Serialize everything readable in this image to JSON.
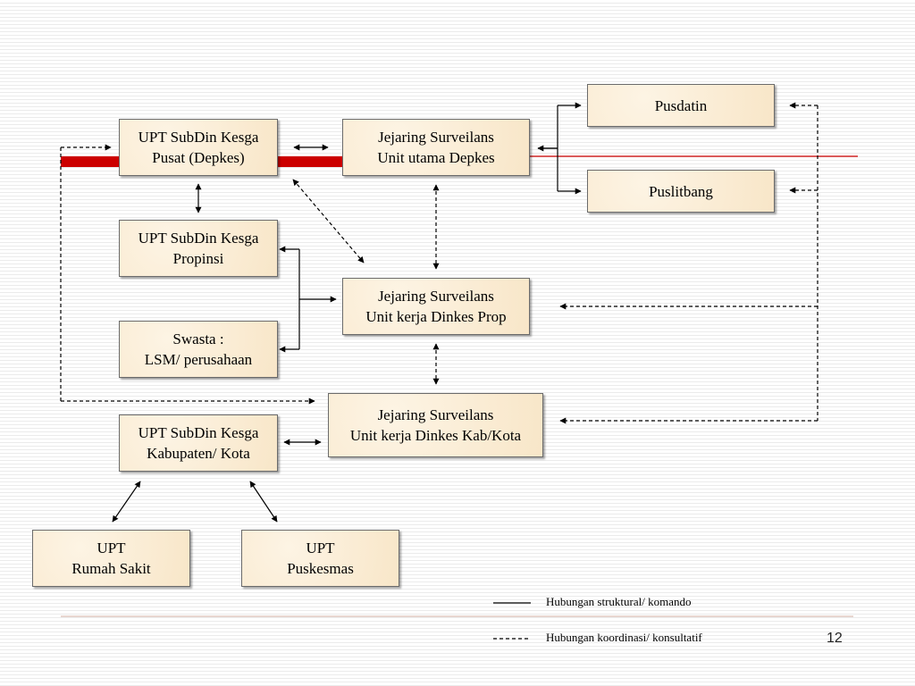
{
  "nodes": {
    "pusdatin": "Pusdatin",
    "puslitbang": "Puslitbang",
    "upt_pusat": "UPT SubDin Kesga\nPusat (Depkes)",
    "jejaring_depkes": "Jejaring Surveilans\nUnit utama Depkes",
    "upt_propinsi": "UPT SubDin Kesga\nPropinsi",
    "jejaring_prop": "Jejaring Surveilans\nUnit kerja Dinkes Prop",
    "swasta": "Swasta :\nLSM/ perusahaan",
    "jejaring_kab": "Jejaring Surveilans\nUnit kerja Dinkes Kab/Kota",
    "upt_kab": "UPT SubDin Kesga\nKabupaten/ Kota",
    "upt_rs": "UPT\nRumah Sakit",
    "upt_puskesmas": "UPT\nPuskesmas"
  },
  "legend": {
    "structural": "Hubungan struktural/ komando",
    "coordination": "Hubungan koordinasi/ konsultatif"
  },
  "page_number": "12",
  "colors": {
    "box_fill": "#fbeed7",
    "accent_bar": "#cc0000",
    "line": "#000000"
  }
}
